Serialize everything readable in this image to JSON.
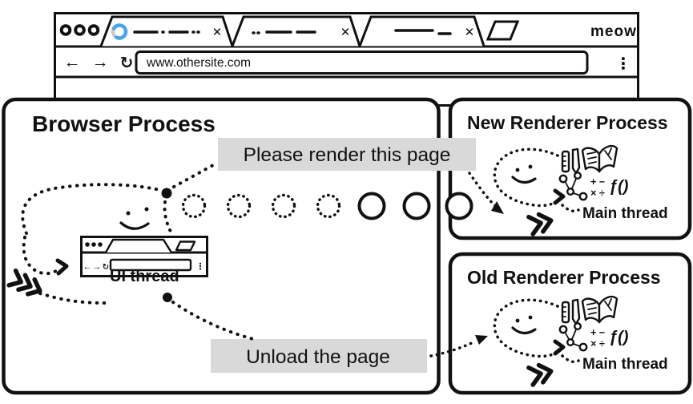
{
  "browser_window": {
    "brand": "meow",
    "address_bar": {
      "url": "www.othersite.com"
    }
  },
  "diagram": {
    "browser_process": {
      "title": "Browser Process",
      "thread_label": "UI thread"
    },
    "new_renderer_process": {
      "title": "New Renderer Process",
      "thread_label": "Main thread"
    },
    "old_renderer_process": {
      "title": "Old Renderer Process",
      "thread_label": "Main thread"
    },
    "messages": {
      "render_page": "Please render this page",
      "unload_page": "Unload the page"
    }
  },
  "icons": {
    "close": "✕",
    "back": "←",
    "forward": "→",
    "refresh": "↻",
    "menu_dots": "⋮",
    "math_row_1": "+ −",
    "math_row_2": "× ÷",
    "function": "ƒ()"
  },
  "colors": {
    "ink": "#111111",
    "spinner_blue": "#4BA3E8",
    "spinner_track": "#cccccc",
    "label_background": "#d9d9d9",
    "canvas": "#ffffff"
  }
}
